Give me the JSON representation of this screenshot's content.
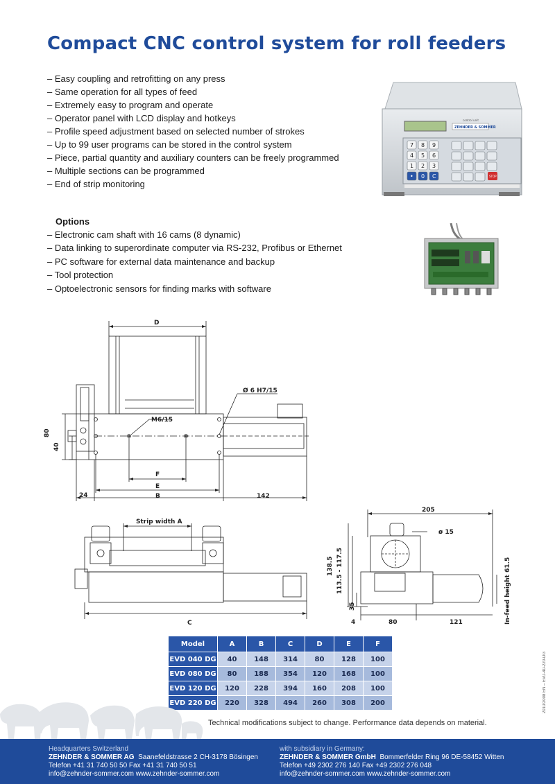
{
  "title": "Compact CNC control system for roll feeders",
  "features": [
    "– Easy coupling and retrofitting on any press",
    "– Same operation for all types of feed",
    "– Extremely easy to program and operate",
    "– Operator panel with LCD display and hotkeys",
    "– Profile speed adjustment based on selected number of strokes",
    "– Up to 99 user programs can be stored in the control system",
    "– Piece, partial quantity and auxiliary counters can be freely programmed",
    "– Multiple sections can be programmed",
    "– End of strip monitoring"
  ],
  "options_heading": "Options",
  "options": [
    "– Electronic cam shaft with 16 cams (8 dynamic)",
    "– Data linking to superordinate computer via RS-232, Profibus or Ethernet",
    "– PC software for external data maintenance and backup",
    "– Tool protection",
    "– Optoelectronic sensors for finding marks with software"
  ],
  "controller": {
    "brand_label": "ZEHNDER & SOMMER",
    "keys": [
      "7",
      "8",
      "9",
      "4",
      "5",
      "6",
      "1",
      "2",
      "3",
      "•",
      "0",
      "C"
    ],
    "stop_label": "STOP"
  },
  "drawing_labels": {
    "top_view": {
      "D": "D",
      "hole": "Ø 6 H7/15",
      "thread": "M6/15",
      "F": "F",
      "E": "E",
      "B": "B",
      "offset": "24",
      "len": "142",
      "h80": "80",
      "h40": "40"
    },
    "front_view": {
      "strip": "Strip width A",
      "C": "C"
    },
    "side_view": {
      "w205": "205",
      "dia": "ø 15",
      "h138": "138.5",
      "h113": "113.5 - 117.5",
      "h35": "35",
      "infeed": "In-feed height  61.5",
      "w4": "4",
      "w80": "80",
      "w121": "121"
    }
  },
  "table": {
    "headers": [
      "Model",
      "A",
      "B",
      "C",
      "D",
      "E",
      "F"
    ],
    "rows": [
      [
        "EVD 040 DG",
        "40",
        "148",
        "314",
        "80",
        "128",
        "100"
      ],
      [
        "EVD 080 DG",
        "80",
        "188",
        "354",
        "120",
        "168",
        "100"
      ],
      [
        "EVD 120 DG",
        "120",
        "228",
        "394",
        "160",
        "208",
        "100"
      ],
      [
        "EVD 220 DG",
        "220",
        "328",
        "494",
        "260",
        "308",
        "200"
      ]
    ]
  },
  "note": "Technical modifications subject to change. Performance data depends on material.",
  "doc_code": "2010/2008 EN – EVD-40-220-DG",
  "footer": {
    "left": {
      "line1": "Headquarters Switzerland",
      "company": "ZEHNDER & SOMMER AG",
      "address": "Saanefeldstrasse 2  CH-3178 Bösingen",
      "phone": "Telefon +41 31 740 50 50   Fax +41 31 740 50 51",
      "web": "info@zehnder-sommer.com   www.zehnder-sommer.com"
    },
    "right": {
      "line1": "with subsidiary in Germany:",
      "company": "ZEHNDER & SOMMER GmbH",
      "address": "Bommerfelder Ring 96  DE-58452 Witten",
      "phone": "Telefon +49 2302 276 140   Fax +49 2302 276 048",
      "web": "info@zehnder-sommer.com   www.zehnder-sommer.com"
    }
  }
}
